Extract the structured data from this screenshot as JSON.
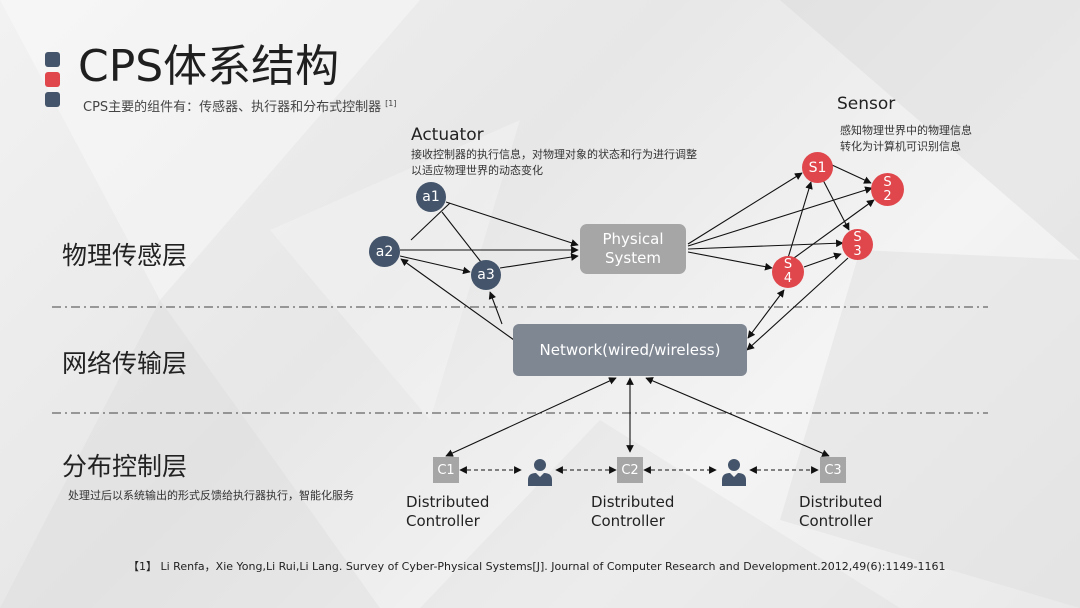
{
  "slide": {
    "title": "CPS体系结构",
    "subtitle": "CPS主要的组件有：传感器、执行器和分布式控制器",
    "subtitle_ref": "[1]",
    "accent_colors": [
      "#44546a",
      "#e0474c",
      "#44546a"
    ]
  },
  "layers": {
    "physical": "物理传感层",
    "network": "网络传输层",
    "control": "分布控制层",
    "control_desc": "处理过后以系统输出的形式反馈给执行器执行，智能化服务"
  },
  "actuator": {
    "title": "Actuator",
    "desc": "接收控制器的执行信息，对物理对象的状态和行为进行调整\n以适应物理世界的动态变化",
    "nodes": [
      "a1",
      "a2",
      "a3"
    ],
    "color": "#44546a"
  },
  "sensor": {
    "title": "Sensor",
    "desc": "感知物理世界中的物理信息\n转化为计算机可识别信息",
    "nodes": [
      "S1",
      "S\n2",
      "S\n3",
      "S\n4"
    ],
    "color": "#e0474c"
  },
  "physical_system": "Physical\nSystem",
  "network_box": "Network(wired/wireless)",
  "controllers": {
    "ids": [
      "C1",
      "C2",
      "C3"
    ],
    "label": "Distributed\nController"
  },
  "reference": "【1】 Li Renfa，Xie Yong,Li Rui,Li Lang. Survey of Cyber-Physical Systems[J]. Journal of Computer Research and Development.2012,49(6):1149-1161"
}
